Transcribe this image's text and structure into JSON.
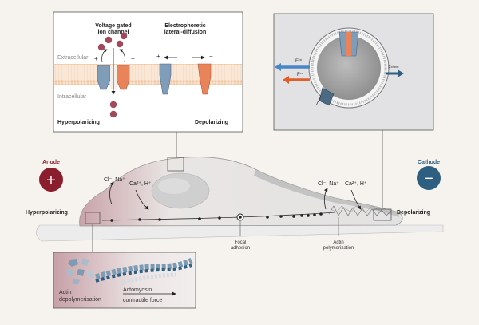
{
  "top_left_panel": {
    "vgic_title_1": "Voltage gated",
    "vgic_title_2": "ion channel",
    "ed_title_1": "Electrophoretic",
    "ed_title_2": "lateral-diffusion",
    "extracellular": "Extracellular",
    "intracellular": "Intracellular",
    "hyperpolarizing": "Hyperpolarizing",
    "depolarizing": "Depolarizing",
    "plus": "+",
    "minus": "−"
  },
  "right_panel": {
    "f_ep": "F",
    "f_ep_sup": "ep",
    "f_eo": "F",
    "f_eo_sup": "eo",
    "f_chem": "F",
    "f_chem_sup": "chem"
  },
  "anode": {
    "label": "Anode",
    "sign": "+"
  },
  "cathode": {
    "label": "Cathode",
    "sign": "−"
  },
  "cell": {
    "cl_na_left": "Cl⁻, Na⁺",
    "ca_h_left": "Ca²⁺, H⁺",
    "cl_na_right": "Cl⁻, Na⁺",
    "ca_h_right": "Ca²⁺, H⁺",
    "hyperpolarizing": "Hyperpolarizing",
    "depolarizing": "Depolarizing",
    "focal_1": "Focal",
    "focal_2": "adhesion",
    "actin_1": "Actin",
    "actin_2": "polymerization"
  },
  "bottom_panel": {
    "actin_1": "Actin",
    "actin_2": "depolymerisation",
    "acto_1": "Actomyosin",
    "acto_2": "contractile force"
  },
  "colors": {
    "anode": "#8b1e2c",
    "cathode": "#2f5f80",
    "channel_blue": "#7f9cb8",
    "channel_orange": "#e8835a",
    "ion": "#a3475a",
    "membrane": "#f1c7a5",
    "arrow_blue": "#4a86c5",
    "arrow_orange": "#e35d2a"
  }
}
